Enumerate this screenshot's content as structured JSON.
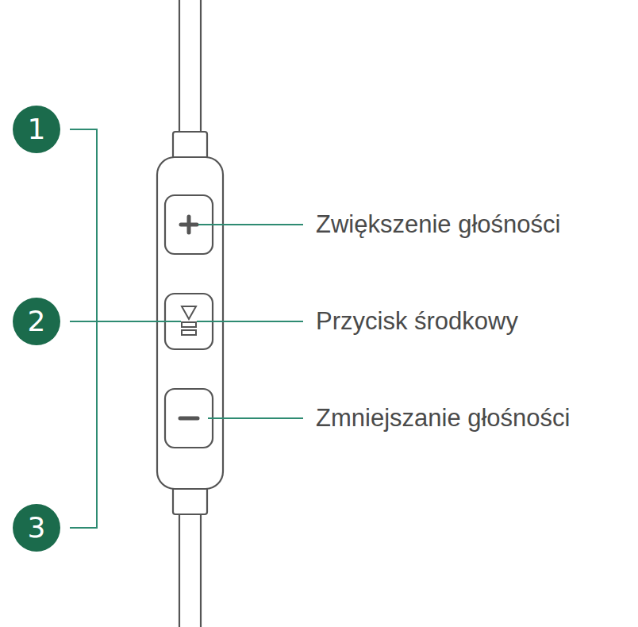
{
  "diagram": {
    "nodes": [
      {
        "text": [
          "1"
        ]
      },
      {
        "text": [
          "2"
        ]
      },
      {
        "text": [
          "3"
        ]
      }
    ],
    "labels": [
      "Zwiększenie głośności",
      "Przycisk środkowy",
      "Zmniejszanie głośności"
    ]
  }
}
